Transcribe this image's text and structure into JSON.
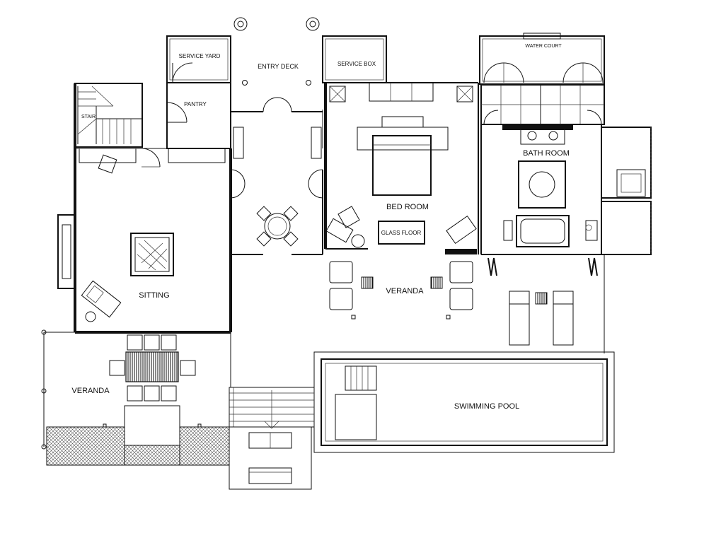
{
  "labels": {
    "service_yard": "SERVICE YARD",
    "entry_deck": "ENTRY DECK",
    "service_box": "SERVICE BOX",
    "water_court": "WATER COURT",
    "pantry": "PANTRY",
    "stair": "STAIR",
    "bed_room": "BED ROOM",
    "bath_room": "BATH ROOM",
    "glass_floor": "GLASS FLOOR",
    "sitting": "SITTING",
    "veranda_center": "VERANDA",
    "veranda_left": "VERANDA",
    "swimming_pool": "SWIMMING POOL"
  },
  "colors": {
    "line": "#111111",
    "paper": "#ffffff",
    "hatch": "#555555"
  }
}
